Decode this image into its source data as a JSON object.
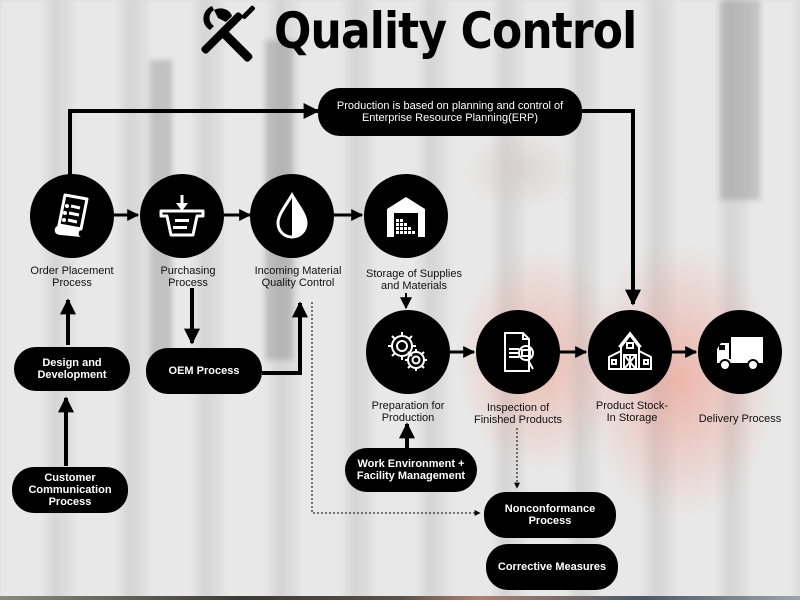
{
  "title": {
    "text": "Quality Control",
    "icon": "wrench-screwdriver-icon"
  },
  "erp_box": {
    "text": "Production is based on planning and control of\nEnterprise Resource Planning(ERP)"
  },
  "nodes": [
    {
      "id": "order-placement",
      "label": "Order Placement\nProcess",
      "icon": "document-list-icon"
    },
    {
      "id": "purchasing",
      "label": "Purchasing\nProcess",
      "icon": "basket-download-icon"
    },
    {
      "id": "incoming-material",
      "label": "Incoming Material\nQuality Control",
      "icon": "droplet-icon"
    },
    {
      "id": "storage-supplies",
      "label": "Storage of Supplies\nand Materials",
      "icon": "warehouse-icon"
    },
    {
      "id": "preparation",
      "label": "Preparation for\nProduction",
      "icon": "gears-icon"
    },
    {
      "id": "inspection",
      "label": "Inspection of\nFinished Products",
      "icon": "document-magnifier-icon"
    },
    {
      "id": "product-stock",
      "label": "Product Stock-\nIn Storage",
      "icon": "barn-icon"
    },
    {
      "id": "delivery",
      "label": "Delivery Process",
      "icon": "truck-icon"
    }
  ],
  "boxes": {
    "design": "Design and\nDevelopment",
    "customer": "Customer\nCommunication\nProcess",
    "oem": "OEM Process",
    "work_env": "Work Environment +\nFacility Management",
    "nonconformance": "Nonconformance\nProcess",
    "corrective": "Corrective Measures"
  },
  "colors": {
    "node_fill": "#000000",
    "text_on_node": "#ffffff",
    "label_text": "#111111",
    "accent_bg": "#f0a090"
  }
}
